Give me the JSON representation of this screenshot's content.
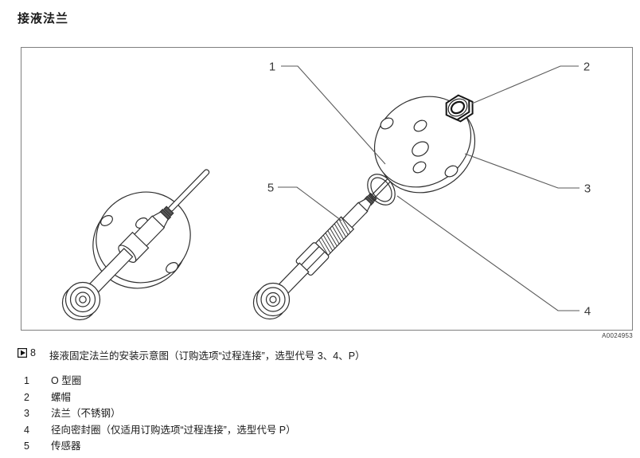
{
  "page": {
    "heading": "接液法兰",
    "figure": {
      "image_code": "A0024953",
      "caption_number": "8",
      "caption_text": "接液固定法兰的安装示意图（订购选项“过程连接”，选型代号 3、4、P）",
      "callouts": {
        "c1": "1",
        "c2": "2",
        "c3": "3",
        "c4": "4",
        "c5": "5"
      }
    },
    "legend": {
      "items": [
        {
          "num": "1",
          "label": "O 型圈"
        },
        {
          "num": "2",
          "label": "螺帽"
        },
        {
          "num": "3",
          "label": "法兰（不锈钢）"
        },
        {
          "num": "4",
          "label": "径向密封圈（仅适用订购选项“过程连接”，选型代号 P）"
        },
        {
          "num": "5",
          "label": "传感器"
        }
      ]
    },
    "colors": {
      "drawing_line": "#2f2f2f",
      "leader_line": "#5a5a5a",
      "box_border": "#7f7f7f"
    }
  }
}
